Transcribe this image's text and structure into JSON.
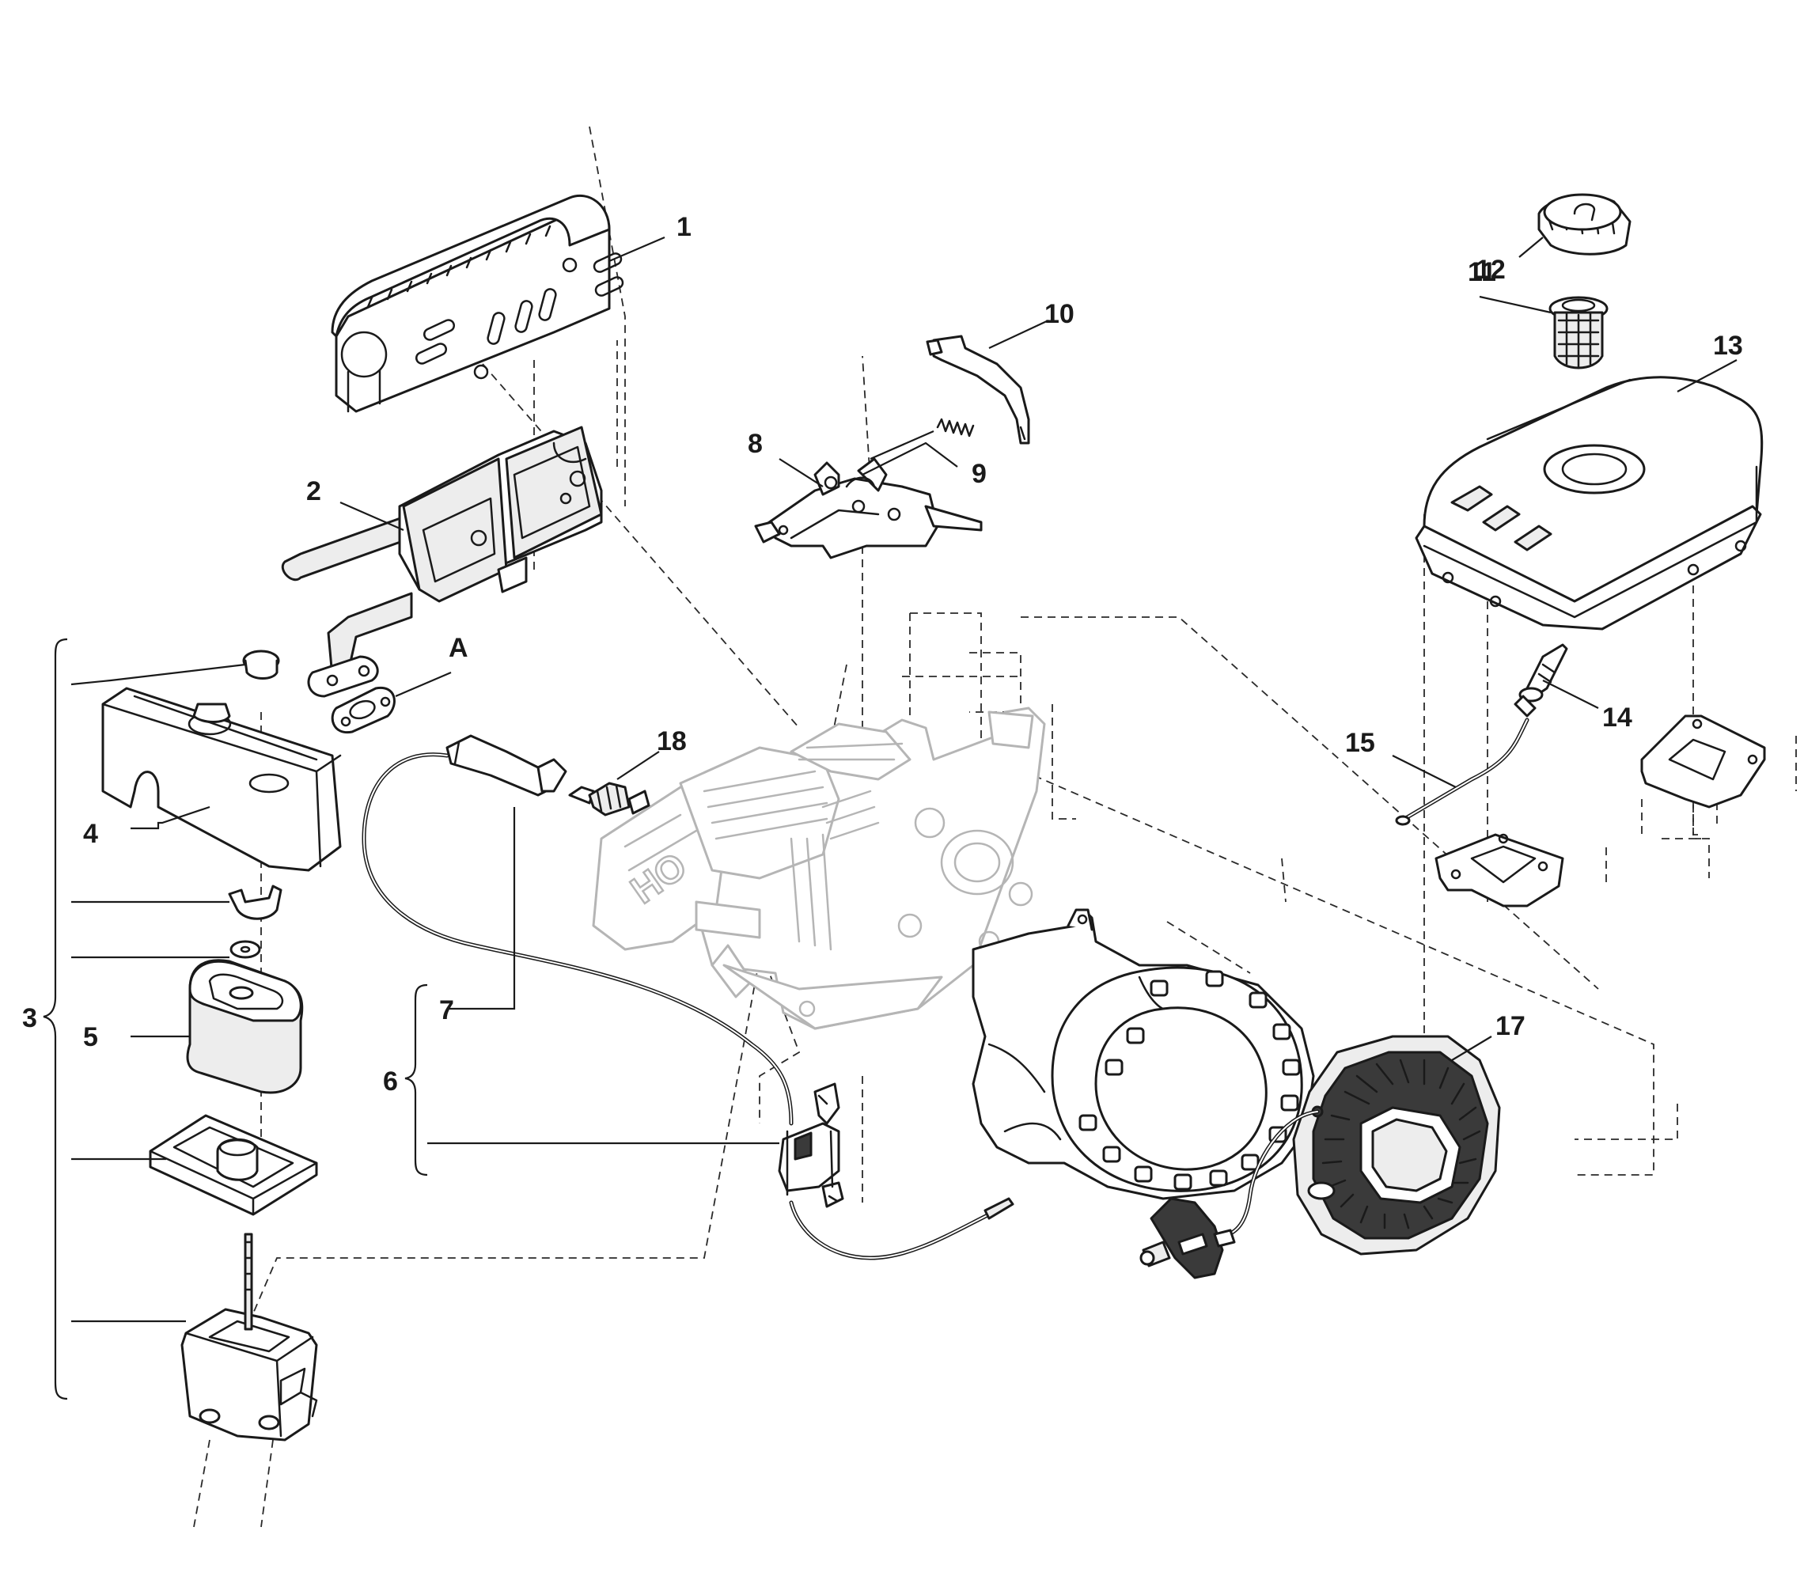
{
  "callouts": [
    {
      "id": "1",
      "label": "1"
    },
    {
      "id": "2",
      "label": "2"
    },
    {
      "id": "3",
      "label": "3"
    },
    {
      "id": "4",
      "label": "4"
    },
    {
      "id": "5",
      "label": "5"
    },
    {
      "id": "6",
      "label": "6"
    },
    {
      "id": "7",
      "label": "7"
    },
    {
      "id": "8",
      "label": "8"
    },
    {
      "id": "9",
      "label": "9"
    },
    {
      "id": "10",
      "label": "10"
    },
    {
      "id": "11",
      "label": "11"
    },
    {
      "id": "12",
      "label": "12"
    },
    {
      "id": "13",
      "label": "13"
    },
    {
      "id": "14",
      "label": "14"
    },
    {
      "id": "15",
      "label": "15"
    },
    {
      "id": "17",
      "label": "17"
    },
    {
      "id": "18",
      "label": "18"
    },
    {
      "id": "A",
      "label": "A"
    }
  ],
  "colors": {
    "line": "#1a1a1a",
    "faded": "#b5b5b5",
    "background": "#ffffff"
  }
}
